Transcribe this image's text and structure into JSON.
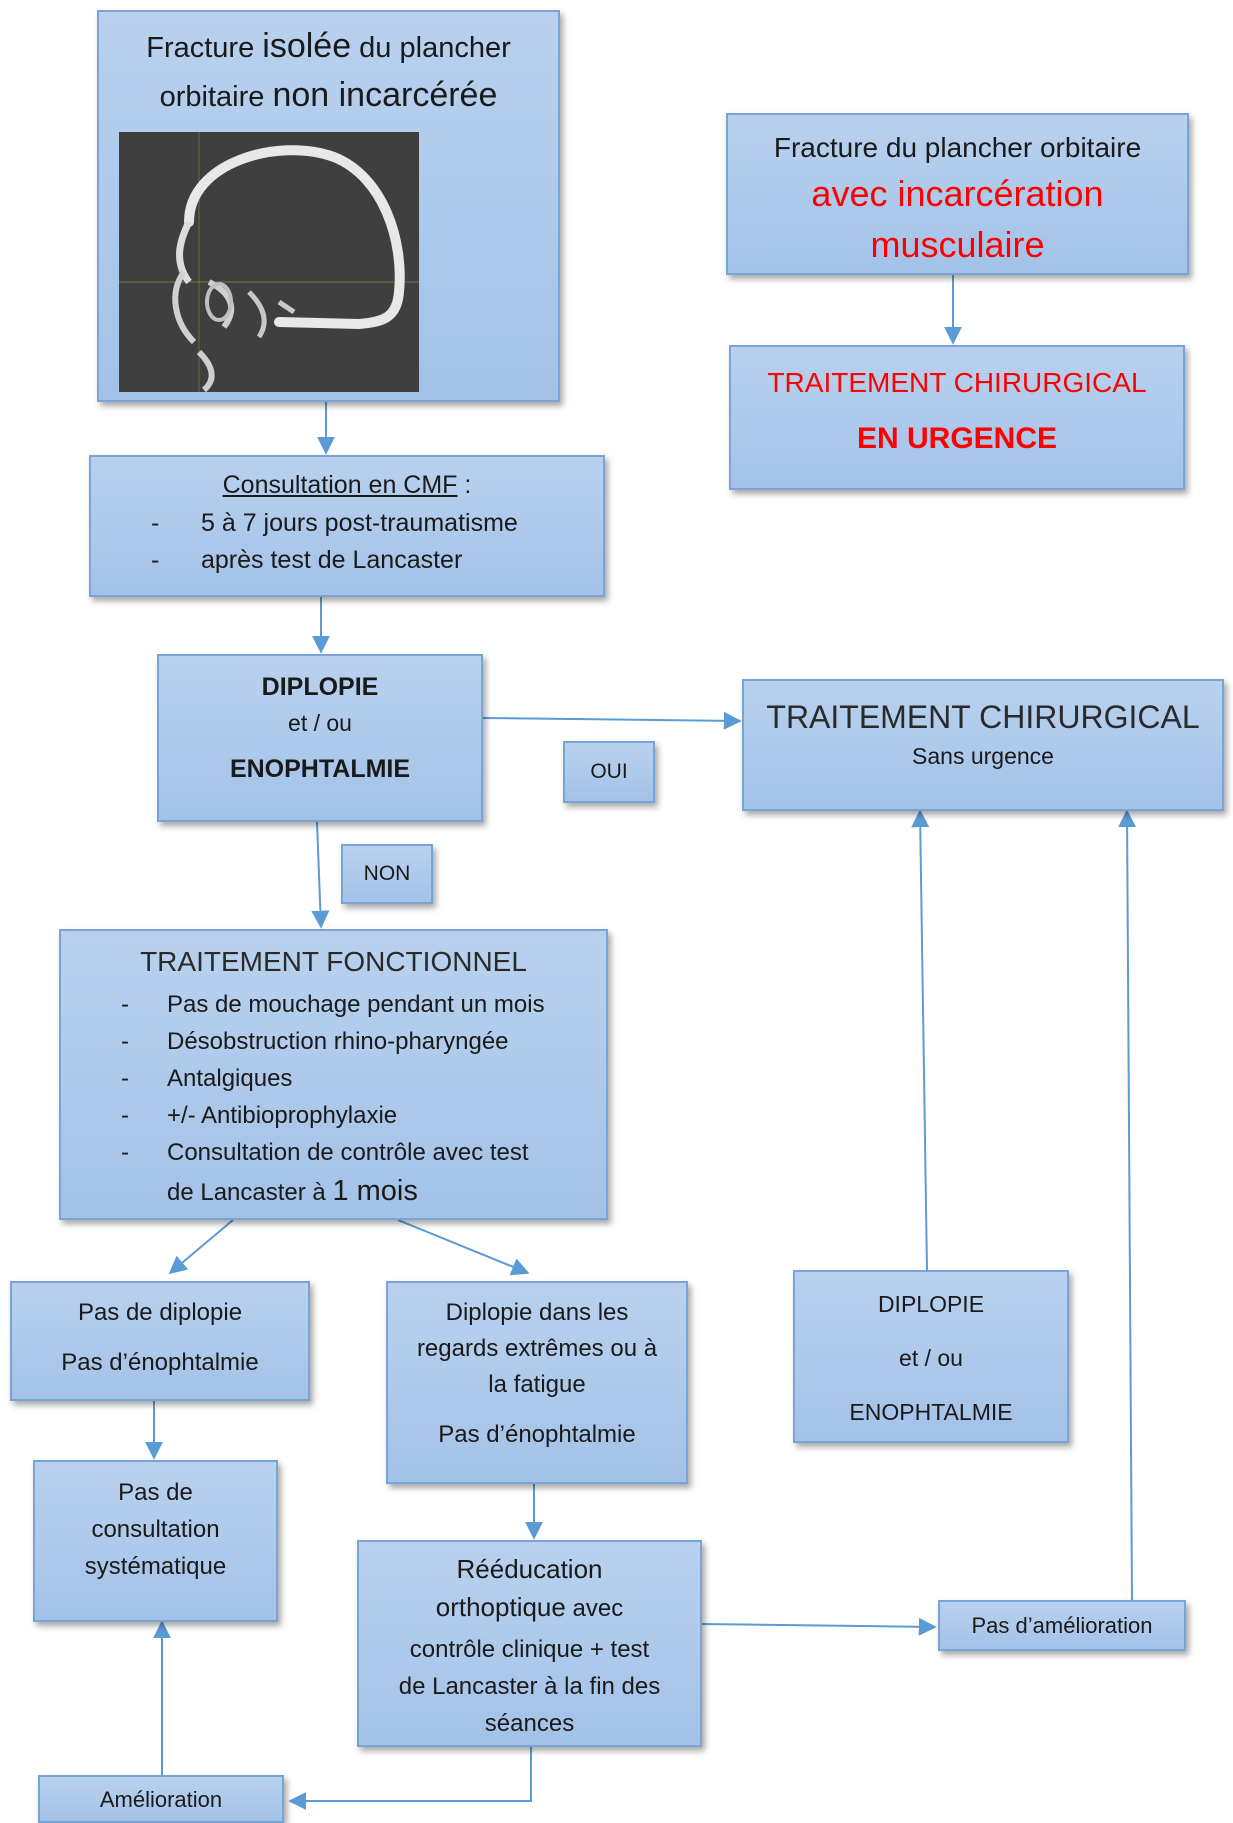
{
  "boxes": {
    "isolated": {
      "part1": "Fracture ",
      "part2": "isolée",
      "part3": " du plancher",
      "part4": "orbitaire ",
      "part5": "non incarcérée"
    },
    "incarcerated": {
      "line1": "Fracture du plancher orbitaire",
      "line2": "avec incarcération",
      "line3": "musculaire"
    },
    "urgent": {
      "line1": "TRAITEMENT CHIRURGICAL",
      "line2": "EN URGENCE"
    },
    "consultation": {
      "title": "Consultation en CMF",
      "colon": " :",
      "items": [
        "5 à 7 jours post-traumatisme",
        "après test de Lancaster"
      ]
    },
    "diplopie_main": {
      "line1": "DIPLOPIE",
      "line2": "et / ou",
      "line3": "ENOPHTALMIE"
    },
    "oui": "OUI",
    "non": "NON",
    "surgery_no_urgency": {
      "line1": "TRAITEMENT CHIRURGICAL",
      "line2": "Sans urgence"
    },
    "functional": {
      "title": "TRAITEMENT FONCTIONNEL",
      "items": [
        "Pas de mouchage pendant un mois",
        "Désobstruction rhino-pharyngée",
        "Antalgiques",
        "+/- Antibioprophylaxie",
        "Consultation de contrôle avec test"
      ],
      "last_line_a": "de Lancaster à ",
      "last_line_b": "1 mois"
    },
    "no_diplopia": {
      "line1": "Pas de diplopie",
      "line2": "Pas d’énophtalmie"
    },
    "diplopia_extreme": {
      "line1": "Diplopie dans les",
      "line2": "regards extrêmes ou à",
      "line3": "la fatigue",
      "line4": "Pas d’énophtalmie"
    },
    "diplopie_right": {
      "line1": "DIPLOPIE",
      "line2": "et / ou",
      "line3": "ENOPHTALMIE"
    },
    "no_consultation": {
      "line1": "Pas de",
      "line2": "consultation",
      "line3": "systématique"
    },
    "reeducation": {
      "line1": "Rééducation",
      "line2a": "orthoptique",
      "line2b": " avec",
      "line3": "contrôle clinique + test",
      "line4": "de Lancaster à la fin des",
      "line5": "séances"
    },
    "no_improvement": "Pas d’amélioration",
    "improvement": "Amélioration"
  },
  "colors": {
    "box_fill": "#a9c6ea",
    "box_border": "#7aa4d6",
    "arrow": "#5b9bd5",
    "emphasis_red": "#ff0000"
  },
  "image": {
    "description_icon": "ct-scan-skull-sagittal"
  }
}
